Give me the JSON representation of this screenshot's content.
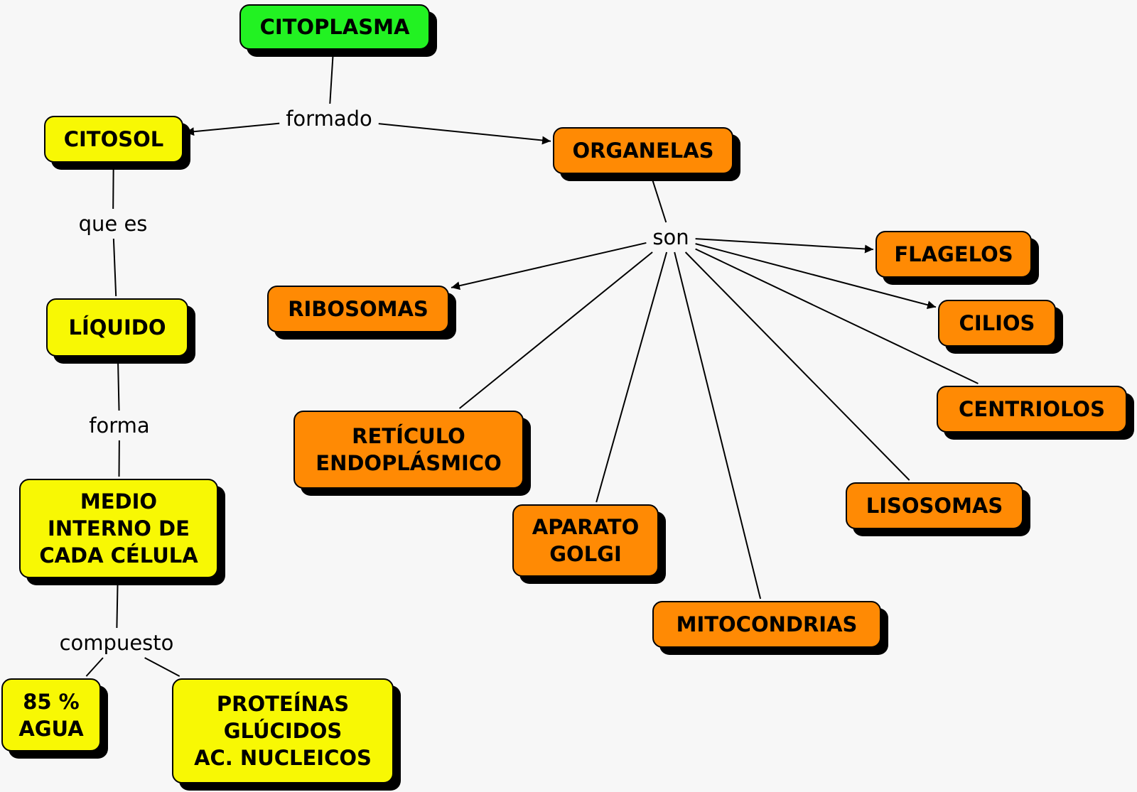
{
  "palette": {
    "root": "#22f222",
    "citosol_branch": "#f8f804",
    "organelas_branch": "#ff8a04",
    "edge": "#000000",
    "shadow": "#000000"
  },
  "nodes": {
    "citoplasma": {
      "label": "CITOPLASMA",
      "color": "#22f222"
    },
    "citosol": {
      "label": "CITOSOL",
      "color": "#f8f804"
    },
    "liquido": {
      "label": "LÍQUIDO",
      "color": "#f8f804"
    },
    "medio": {
      "label": "MEDIO\nINTERNO DE\nCADA CÉLULA",
      "color": "#f8f804"
    },
    "agua": {
      "label": "85 %\nAGUA",
      "color": "#f8f804"
    },
    "proteinas": {
      "label": "PROTEÍNAS\nGLÚCIDOS\nAC. NUCLEICOS",
      "color": "#f8f804"
    },
    "organelas": {
      "label": "ORGANELAS",
      "color": "#ff8a04"
    },
    "ribosomas": {
      "label": "RIBOSOMAS",
      "color": "#ff8a04"
    },
    "reticulo": {
      "label": "RETÍCULO\nENDOPLÁSMICO",
      "color": "#ff8a04"
    },
    "aparato": {
      "label": "APARATO\nGOLGI",
      "color": "#ff8a04"
    },
    "mitocondrias": {
      "label": "MITOCONDRIAS",
      "color": "#ff8a04"
    },
    "lisosomas": {
      "label": "LISOSOMAS",
      "color": "#ff8a04"
    },
    "centriolos": {
      "label": "CENTRIOLOS",
      "color": "#ff8a04"
    },
    "cilios": {
      "label": "CILIOS",
      "color": "#ff8a04"
    },
    "flagelos": {
      "label": "FLAGELOS",
      "color": "#ff8a04"
    }
  },
  "link_labels": {
    "formado": "formado",
    "que_es": "que es",
    "forma": "forma",
    "compuesto": "compuesto",
    "son": "son"
  },
  "edges": [
    {
      "from": "citoplasma",
      "to": "formado",
      "arrow": false
    },
    {
      "from": "formado",
      "to": "citosol",
      "arrow": true
    },
    {
      "from": "formado",
      "to": "organelas",
      "arrow": true
    },
    {
      "from": "citosol",
      "to": "que_es",
      "arrow": false
    },
    {
      "from": "que_es",
      "to": "liquido",
      "arrow": false
    },
    {
      "from": "liquido",
      "to": "forma",
      "arrow": false
    },
    {
      "from": "forma",
      "to": "medio",
      "arrow": false
    },
    {
      "from": "medio",
      "to": "compuesto",
      "arrow": false
    },
    {
      "from": "compuesto",
      "to": "agua",
      "arrow": false
    },
    {
      "from": "compuesto",
      "to": "proteinas",
      "arrow": false
    },
    {
      "from": "organelas",
      "to": "son",
      "arrow": false
    },
    {
      "from": "son",
      "to": "ribosomas",
      "arrow": true
    },
    {
      "from": "son",
      "to": "reticulo",
      "arrow": false
    },
    {
      "from": "son",
      "to": "aparato",
      "arrow": false
    },
    {
      "from": "son",
      "to": "mitocondrias",
      "arrow": false
    },
    {
      "from": "son",
      "to": "lisosomas",
      "arrow": false
    },
    {
      "from": "son",
      "to": "centriolos",
      "arrow": false
    },
    {
      "from": "son",
      "to": "cilios",
      "arrow": true
    },
    {
      "from": "son",
      "to": "flagelos",
      "arrow": true
    }
  ]
}
